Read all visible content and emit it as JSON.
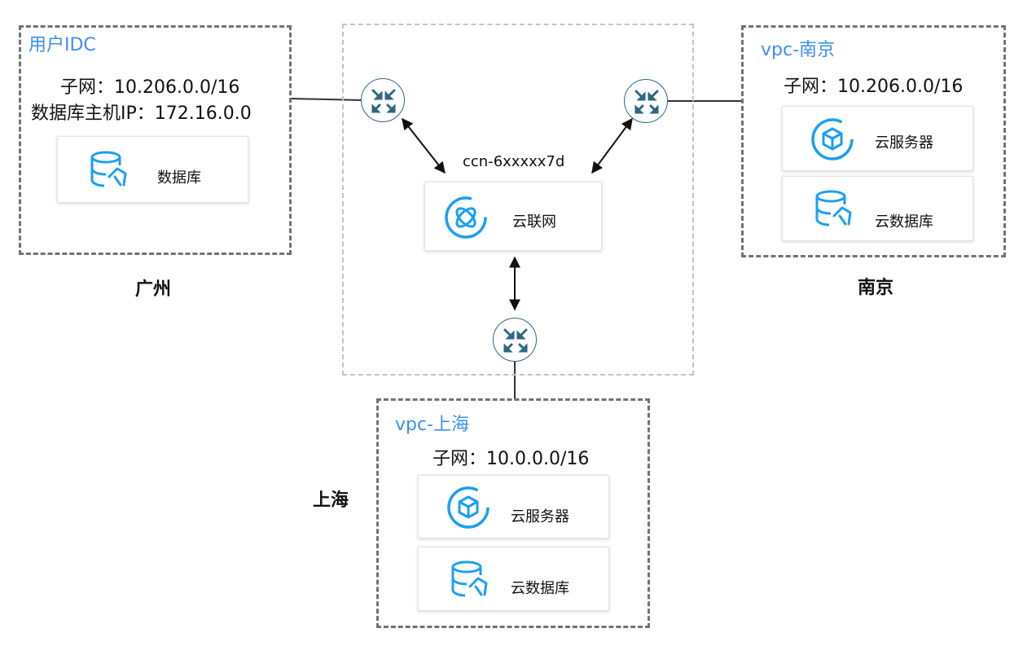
{
  "colors": {
    "accent_blue": "#1a9ff2",
    "title_blue": "#3b8ff0",
    "router_stroke": "#2e6782",
    "dashed_border": "#737373",
    "center_border": "#c4c4c4"
  },
  "guangzhou": {
    "box_title": "用户IDC",
    "subnet": "子网：10.206.0.0/16",
    "db_host_ip": "数据库主机IP：172.16.0.0",
    "card": {
      "icon": "database-icon",
      "label": "数据库"
    },
    "region_label": "广州"
  },
  "center": {
    "ccn_id": "ccn-6xxxxx7d",
    "card": {
      "icon": "ccn-icon",
      "label": "云联网"
    },
    "routers": [
      "router-icon",
      "router-icon",
      "router-icon"
    ]
  },
  "nanjing": {
    "box_title": "vpc-南京",
    "subnet": "子网：10.206.0.0/16",
    "cards": [
      {
        "icon": "cvm-icon",
        "label": "云服务器"
      },
      {
        "icon": "database-icon",
        "label": "云数据库"
      }
    ],
    "region_label": "南京"
  },
  "shanghai": {
    "box_title": "vpc-上海",
    "subnet": "子网：10.0.0.0/16",
    "cards": [
      {
        "icon": "cvm-icon",
        "label": "云服务器"
      },
      {
        "icon": "database-icon",
        "label": "云数据库"
      }
    ],
    "region_label": "上海"
  }
}
